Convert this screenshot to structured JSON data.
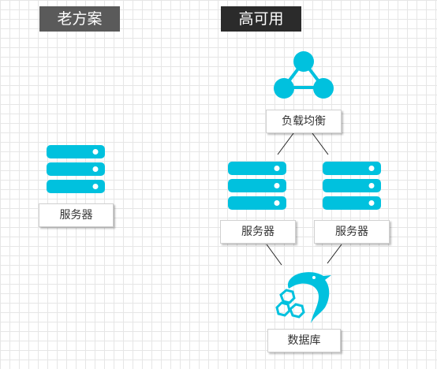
{
  "headers": {
    "old_plan": "老方案",
    "high_availability": "高可用"
  },
  "labels": {
    "server_old": "服务器",
    "load_balancer": "负载均衡",
    "server_ha_1": "服务器",
    "server_ha_2": "服务器",
    "database": "数据库"
  },
  "icons": {
    "load_balancer": "network-triangle-icon",
    "server": "server-stack-icon",
    "database": "dolphin-database-icon"
  },
  "colors": {
    "icon": "#00c1de",
    "old_header": "#5a5a5a",
    "ha_header": "#2b2b2b"
  }
}
